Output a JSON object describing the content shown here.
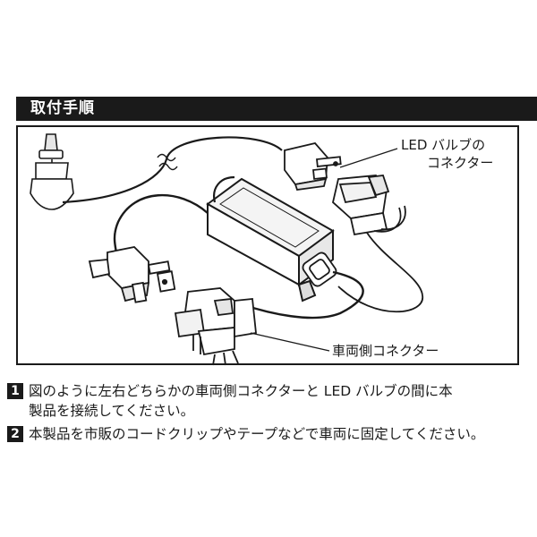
{
  "header": {
    "title": "取付手順"
  },
  "diagram": {
    "callouts": {
      "led_connector_line1": "LED バルブの",
      "led_connector_line2": "コネクター",
      "vehicle_connector": "車両側コネクター"
    }
  },
  "steps": [
    {
      "number": "1",
      "line1": "図のように左右どちらかの車両側コネクターと LED バルブの間に本",
      "line2": "製品を接続してください。"
    },
    {
      "number": "2",
      "line1": "本製品を市販のコードクリップやテープなどで車両に固定してください。"
    }
  ]
}
